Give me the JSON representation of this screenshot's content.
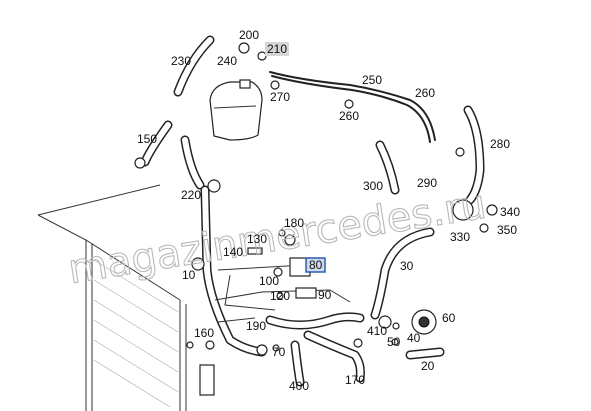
{
  "labels": [
    {
      "key": "p200",
      "text": "200"
    },
    {
      "key": "p210",
      "text": "210"
    },
    {
      "key": "p230",
      "text": "230"
    },
    {
      "key": "p240",
      "text": "240"
    },
    {
      "key": "p250",
      "text": "250"
    },
    {
      "key": "p260a",
      "text": "260"
    },
    {
      "key": "p260b",
      "text": "260"
    },
    {
      "key": "p270",
      "text": "270"
    },
    {
      "key": "p280",
      "text": "280"
    },
    {
      "key": "p150",
      "text": "150"
    },
    {
      "key": "p300",
      "text": "300"
    },
    {
      "key": "p290",
      "text": "290"
    },
    {
      "key": "p220",
      "text": "220"
    },
    {
      "key": "p340",
      "text": "340"
    },
    {
      "key": "p330",
      "text": "330"
    },
    {
      "key": "p350",
      "text": "350"
    },
    {
      "key": "p180",
      "text": "180"
    },
    {
      "key": "p130",
      "text": "130"
    },
    {
      "key": "p140",
      "text": "140"
    },
    {
      "key": "p80",
      "text": "80"
    },
    {
      "key": "p30",
      "text": "30"
    },
    {
      "key": "p10",
      "text": "10"
    },
    {
      "key": "p100",
      "text": "100"
    },
    {
      "key": "p90",
      "text": "90"
    },
    {
      "key": "p120",
      "text": "120"
    },
    {
      "key": "p60",
      "text": "60"
    },
    {
      "key": "p190",
      "text": "190"
    },
    {
      "key": "p410",
      "text": "410"
    },
    {
      "key": "p40",
      "text": "40"
    },
    {
      "key": "p160",
      "text": "160"
    },
    {
      "key": "p50",
      "text": "50"
    },
    {
      "key": "p70",
      "text": "70"
    },
    {
      "key": "p20",
      "text": "20"
    },
    {
      "key": "p170",
      "text": "170"
    },
    {
      "key": "p400",
      "text": "400"
    }
  ],
  "highlighted_label": "80",
  "shaded_label": "210",
  "watermark": "magazinmercedes.ru",
  "colors": {
    "highlight_fill": "#cfd8ea",
    "highlight_stroke": "#2a5db0",
    "watermark": "#b8b8b8"
  }
}
